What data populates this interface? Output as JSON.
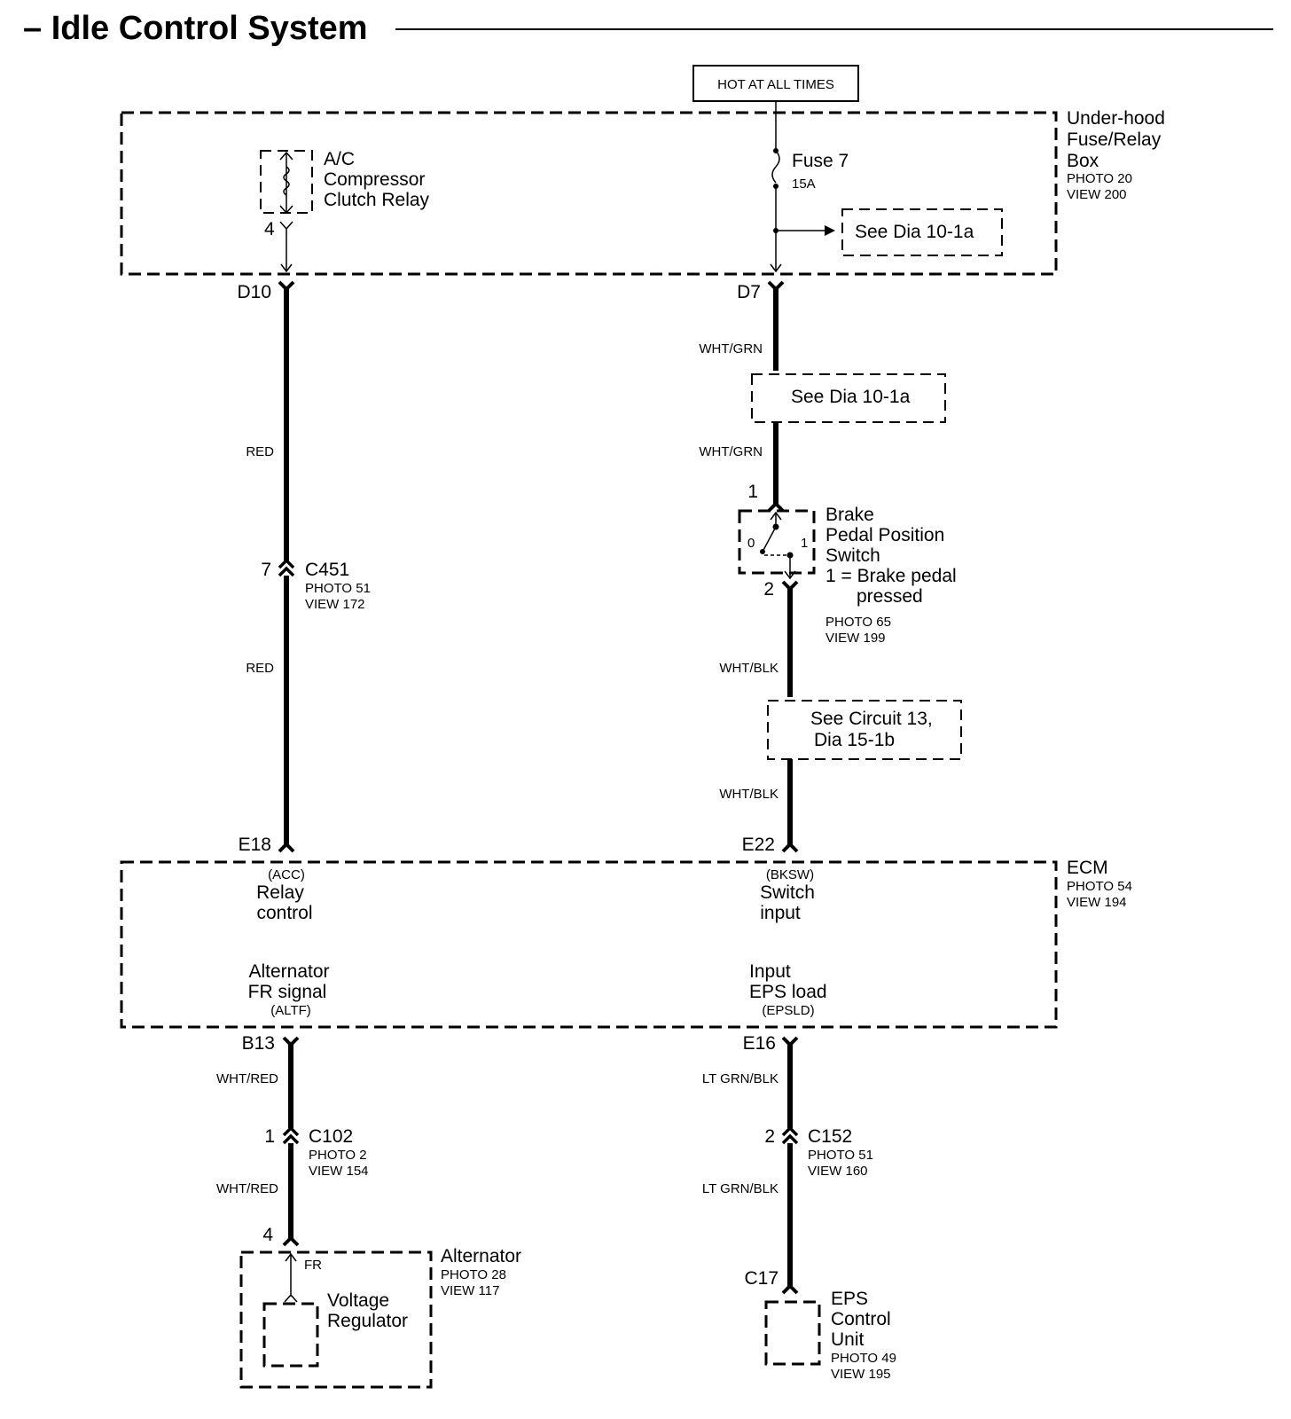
{
  "title": "– Idle Control System",
  "hot_label": "HOT AT ALL TIMES",
  "fuse_box": {
    "name1": "Under-hood",
    "name2": "Fuse/Relay",
    "name3": "Box",
    "photo": "PHOTO 20",
    "view": "VIEW 200"
  },
  "relay": {
    "line1": "A/C",
    "line2": "Compressor",
    "line3": "Clutch Relay",
    "pin": "4"
  },
  "fuse": {
    "name": "Fuse 7",
    "rating": "15A"
  },
  "see1": "See Dia 10-1a",
  "see2": "See Dia 10-1a",
  "see3_line1": "See Circuit 13,",
  "see3_line2": "Dia 15-1b",
  "terminals": {
    "d10": "D10",
    "d7": "D7",
    "e18": "E18",
    "e22": "E22",
    "b13": "B13",
    "e16": "E16",
    "c17": "C17"
  },
  "wires": {
    "red1": "RED",
    "red2": "RED",
    "whtgrn1": "WHT/GRN",
    "whtgrn2": "WHT/GRN",
    "whtblk1": "WHT/BLK",
    "whtblk2": "WHT/BLK",
    "whtred1": "WHT/RED",
    "whtred2": "WHT/RED",
    "ltgrnblk1": "LT GRN/BLK",
    "ltgrnblk2": "LT GRN/BLK"
  },
  "c451": {
    "pin": "7",
    "name": "C451",
    "photo": "PHOTO 51",
    "view": "VIEW 172"
  },
  "c102": {
    "pin": "1",
    "name": "C102",
    "photo": "PHOTO 2",
    "view": "VIEW 154"
  },
  "c152": {
    "pin": "2",
    "name": "C152",
    "photo": "PHOTO 51",
    "view": "VIEW 160"
  },
  "brake": {
    "pin1": "1",
    "pin2": "2",
    "pos0": "0",
    "pos1": "1",
    "line1": "Brake",
    "line2": "Pedal Position",
    "line3": "Switch",
    "line4": "1 = Brake pedal",
    "line5": "pressed",
    "photo": "PHOTO 65",
    "view": "VIEW 199"
  },
  "ecm": {
    "name": "ECM",
    "photo": "PHOTO 54",
    "view": "VIEW 194",
    "acc_code": "(ACC)",
    "acc_l1": "Relay",
    "acc_l2": "control",
    "bksw_code": "(BKSW)",
    "bksw_l1": "Switch",
    "bksw_l2": "input",
    "altf_l1": "Alternator",
    "altf_l2": "FR signal",
    "altf_code": "(ALTF)",
    "epsld_l1": "Input",
    "epsld_l2": "EPS load",
    "epsld_code": "(EPSLD)"
  },
  "alternator": {
    "name": "Alternator",
    "photo": "PHOTO 28",
    "view": "VIEW 117",
    "pin": "4",
    "fr": "FR",
    "vr1": "Voltage",
    "vr2": "Regulator"
  },
  "eps": {
    "line1": "EPS",
    "line2": "Control",
    "line3": "Unit",
    "photo": "PHOTO 49",
    "view": "VIEW 195"
  }
}
